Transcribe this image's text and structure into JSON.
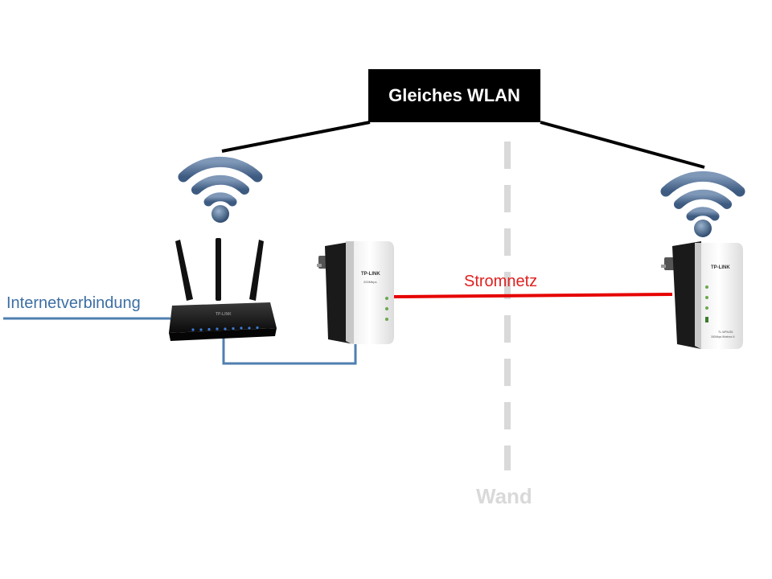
{
  "wlan_label": "Gleiches WLAN",
  "internet_label": "Internetverbindung",
  "powerline_label": "Stromnetz",
  "wall_label": "Wand",
  "adapter_left": {
    "brand": "TP-LINK",
    "speed": "200Mbps"
  },
  "adapter_right": {
    "brand": "TP-LINK",
    "model": "TL-WPA281",
    "subtitle": "300Mbps Wireless N"
  },
  "colors": {
    "internet_line": "#4f7fb0",
    "powerline": "#e60000",
    "wall": "#d9d9d9",
    "wifi_icon": "#4a6a8e",
    "wlan_box": "#000000"
  },
  "icons": [
    "wifi-icon",
    "router",
    "powerline-adapter"
  ]
}
